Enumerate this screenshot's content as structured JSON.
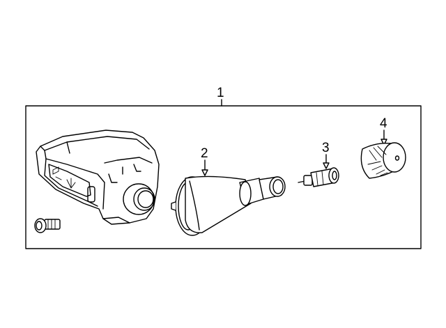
{
  "callouts": {
    "assembly": "1",
    "valve_stem": "2",
    "valve_core": "3",
    "valve_cap": "4"
  },
  "colors": {
    "line": "#000000",
    "background": "#ffffff"
  }
}
